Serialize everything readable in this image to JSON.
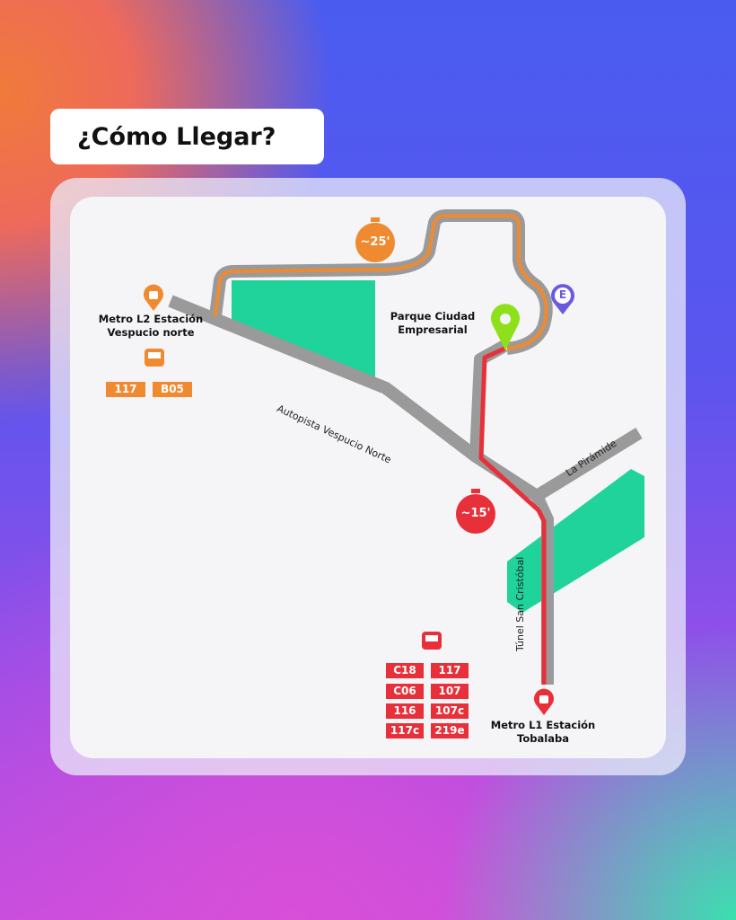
{
  "title": "¿Cómo Llegar?",
  "places": {
    "metro_l2": "Metro L2 Estación Vespucio norte",
    "parque": "Parque Ciudad Empresarial",
    "metro_l1": "Metro L1 Estación Tobalaba"
  },
  "roads": {
    "autopista": "Autopista Vespucio Norte",
    "piramide": "La Pirámide",
    "tunel": "Túnel San Cristóbal"
  },
  "times": {
    "orange": "~25'",
    "red": "~15'"
  },
  "entrance_label": "E",
  "bus_orange": [
    "117",
    "B05"
  ],
  "bus_red": [
    "C18",
    "117",
    "C06",
    "107",
    "116",
    "107c",
    "117c",
    "219e"
  ],
  "colors": {
    "orange": "#f08a30",
    "red": "#e8303a",
    "park": "#1fd39a",
    "road": "#9a9a9a",
    "pin": "#8ee01a",
    "entrance": "#6a5ae0"
  }
}
